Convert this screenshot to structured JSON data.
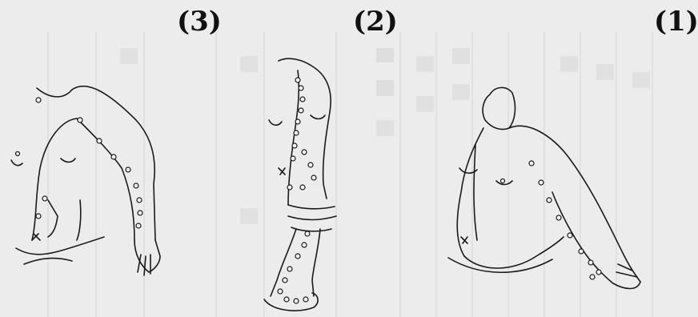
{
  "panels": [
    {
      "id": "3",
      "label": "(3)"
    },
    {
      "id": "2",
      "label": "(2)"
    },
    {
      "id": "1",
      "label": "(1)"
    }
  ],
  "colors": {
    "background": "#ececec",
    "ink": "#1a1a1a",
    "bleed_through": "#cfcfcf"
  }
}
